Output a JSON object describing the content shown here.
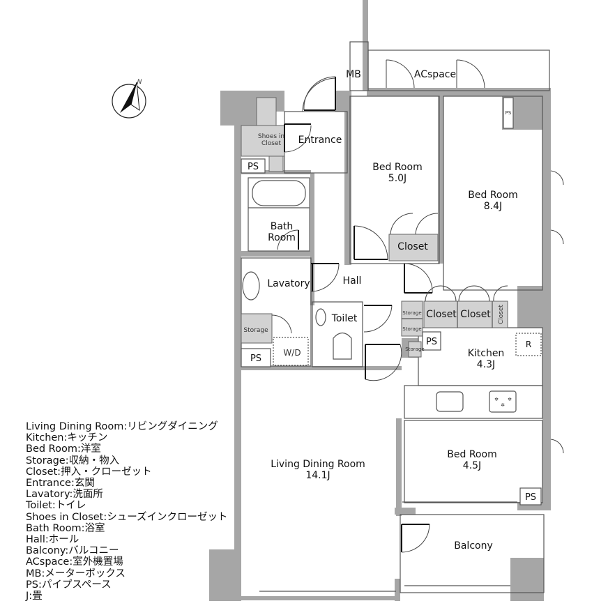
{
  "rooms": {
    "mb": "MB",
    "acspace": "ACspace",
    "shoes_closet_1": "Shoes in",
    "shoes_closet_2": "Closet",
    "entrance": "Entrance",
    "bed1_name": "Bed Room",
    "bed1_size": "5.0J",
    "bed2_name": "Bed Room",
    "bed2_size": "8.4J",
    "bath_1": "Bath",
    "bath_2": "Room",
    "closet": "Closet",
    "lavatory": "Lavatory",
    "hall": "Hall",
    "storage": "Storage",
    "toilet": "Toilet",
    "wd": "W/D",
    "ps": "PS",
    "closet2": "Closet",
    "closet3": "Closet",
    "closet4": "Closet",
    "kitchen_name": "Kitchen",
    "kitchen_size": "4.3J",
    "fridge": "R",
    "ldr_name": "Living Dining Room",
    "ldr_size": "14.1J",
    "bed3_name": "Bed Room",
    "bed3_size": "4.5J",
    "balcony": "Balcony"
  },
  "compass": {
    "label": "N",
    "icon": "north-arrow-icon"
  },
  "legend": [
    "Living Dining Room:リビングダイニング",
    "Kitchen:キッチン",
    "Bed Room:洋室",
    "Storage:収納・物入",
    "Closet:押入・クローゼット",
    "Entrance:玄関",
    "Lavatory:洗面所",
    "Toilet:トイレ",
    "Shoes in Closet:シューズインクローゼット",
    "Bath Room:浴室",
    "Hall:ホール",
    "Balcony:バルコニー",
    "ACspace:室外機置場",
    "MB:メーターボックス",
    "PS:パイプスペース",
    "J:畳"
  ],
  "colors": {
    "wall": "#a6a6a6",
    "storage": "#d2d2d2"
  }
}
